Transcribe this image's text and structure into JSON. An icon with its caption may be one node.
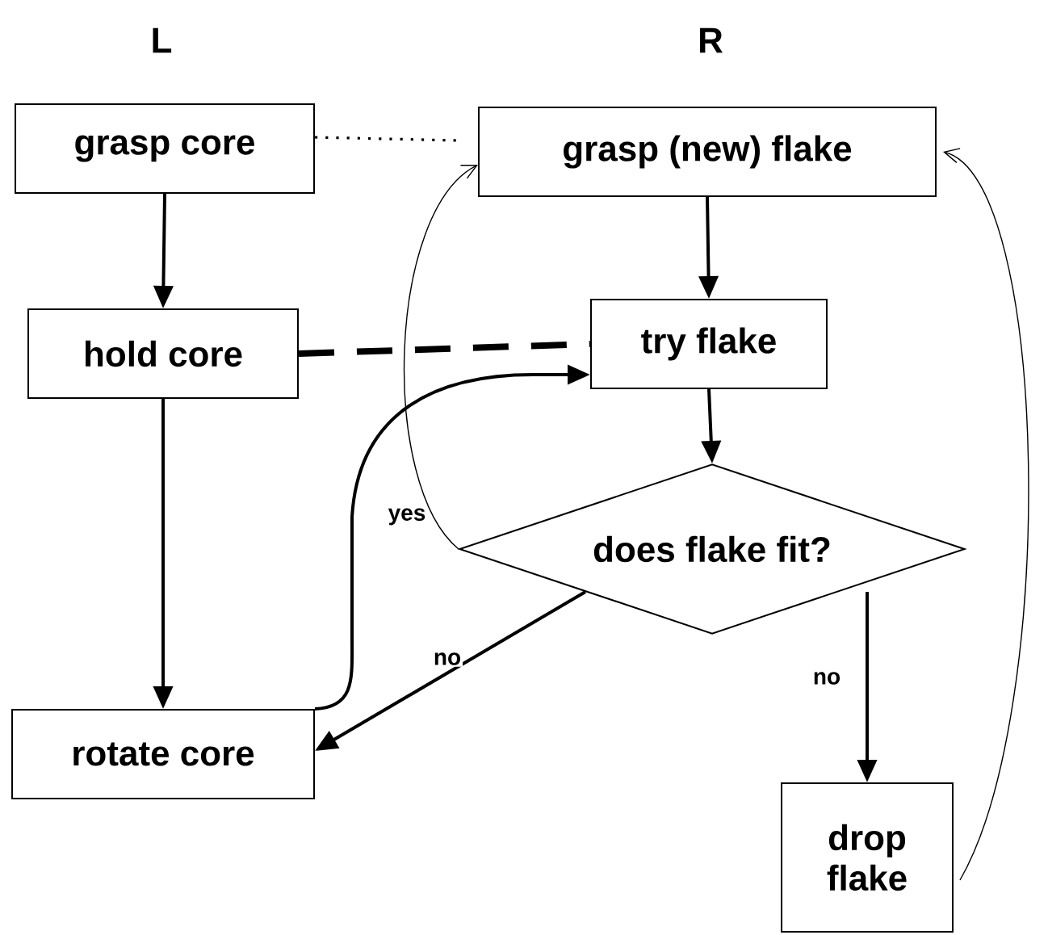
{
  "diagram": {
    "nodes": [
      {
        "text": [
          "grasp core"
        ]
      },
      {
        "text": [
          "grasp (new) flake"
        ]
      },
      {
        "text": [
          "hold core"
        ]
      },
      {
        "text": [
          "try flake"
        ]
      },
      {
        "text": [
          "does flake fit?"
        ]
      },
      {
        "text": [
          "rotate core"
        ]
      },
      {
        "text": [
          "drop flake"
        ]
      }
    ],
    "edges": [
      {
        "from": 0,
        "to": 2,
        "arrow": "to"
      },
      {
        "from": 0,
        "to": 1,
        "arrow": "none",
        "style": "dashed"
      },
      {
        "from": 1,
        "to": 3,
        "arrow": "to"
      },
      {
        "from": 2,
        "to": 3,
        "arrow": "none",
        "style": "dashed"
      },
      {
        "from": 2,
        "to": 5,
        "arrow": "to"
      },
      {
        "from": 3,
        "to": 4,
        "arrow": "to"
      },
      {
        "from": 4,
        "to": 1,
        "arrow": "to",
        "label": "yes"
      },
      {
        "from": 4,
        "to": 5,
        "arrow": "to",
        "label": "no"
      },
      {
        "from": 4,
        "to": 6,
        "arrow": "to",
        "label": "no"
      },
      {
        "from": 6,
        "to": 1,
        "arrow": "to"
      },
      {
        "from": 5,
        "to": 3,
        "arrow": "to"
      }
    ],
    "labels": [
      "L",
      "R"
    ]
  }
}
